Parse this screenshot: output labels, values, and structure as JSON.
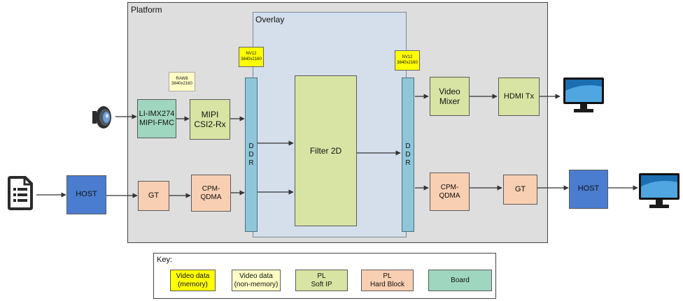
{
  "platform_label": "Platform",
  "overlay_label": "Overlay",
  "camera_module": "LI-IMX274\nMIPI-FMC",
  "mipi": "MIPI\nCSI2-Rx",
  "raw_tag": "RAW8\n3840x2160",
  "nv12_left": "NV12\n3840x2160",
  "nv12_right": "NV12\n3840x2160",
  "ddr_left": "D\nD\nR",
  "ddr_right": "D\nD\nR",
  "filter": "Filter 2D",
  "video_mixer": "Video\nMixer",
  "hdmi_tx": "HDMI Tx",
  "gt_left": "GT",
  "gt_right": "GT",
  "cpm_left": "CPM-\nQDMA",
  "cpm_right": "CPM-\nQDMA",
  "host_left": "HOST",
  "host_right": "HOST",
  "key": {
    "title": "Key:",
    "items": [
      {
        "label": "Video data\n(memory)",
        "color": "#ffff00"
      },
      {
        "label": "Video data\n(non-memory)",
        "color": "#ffffc6"
      },
      {
        "label": "PL\nSoft IP",
        "color": "#d8e4a4"
      },
      {
        "label": "PL\nHard Block",
        "color": "#f8cfb2"
      },
      {
        "label": "Board",
        "color": "#9fd6bf"
      }
    ]
  },
  "icons": [
    "camera-icon",
    "document-icon",
    "monitor-icon"
  ]
}
